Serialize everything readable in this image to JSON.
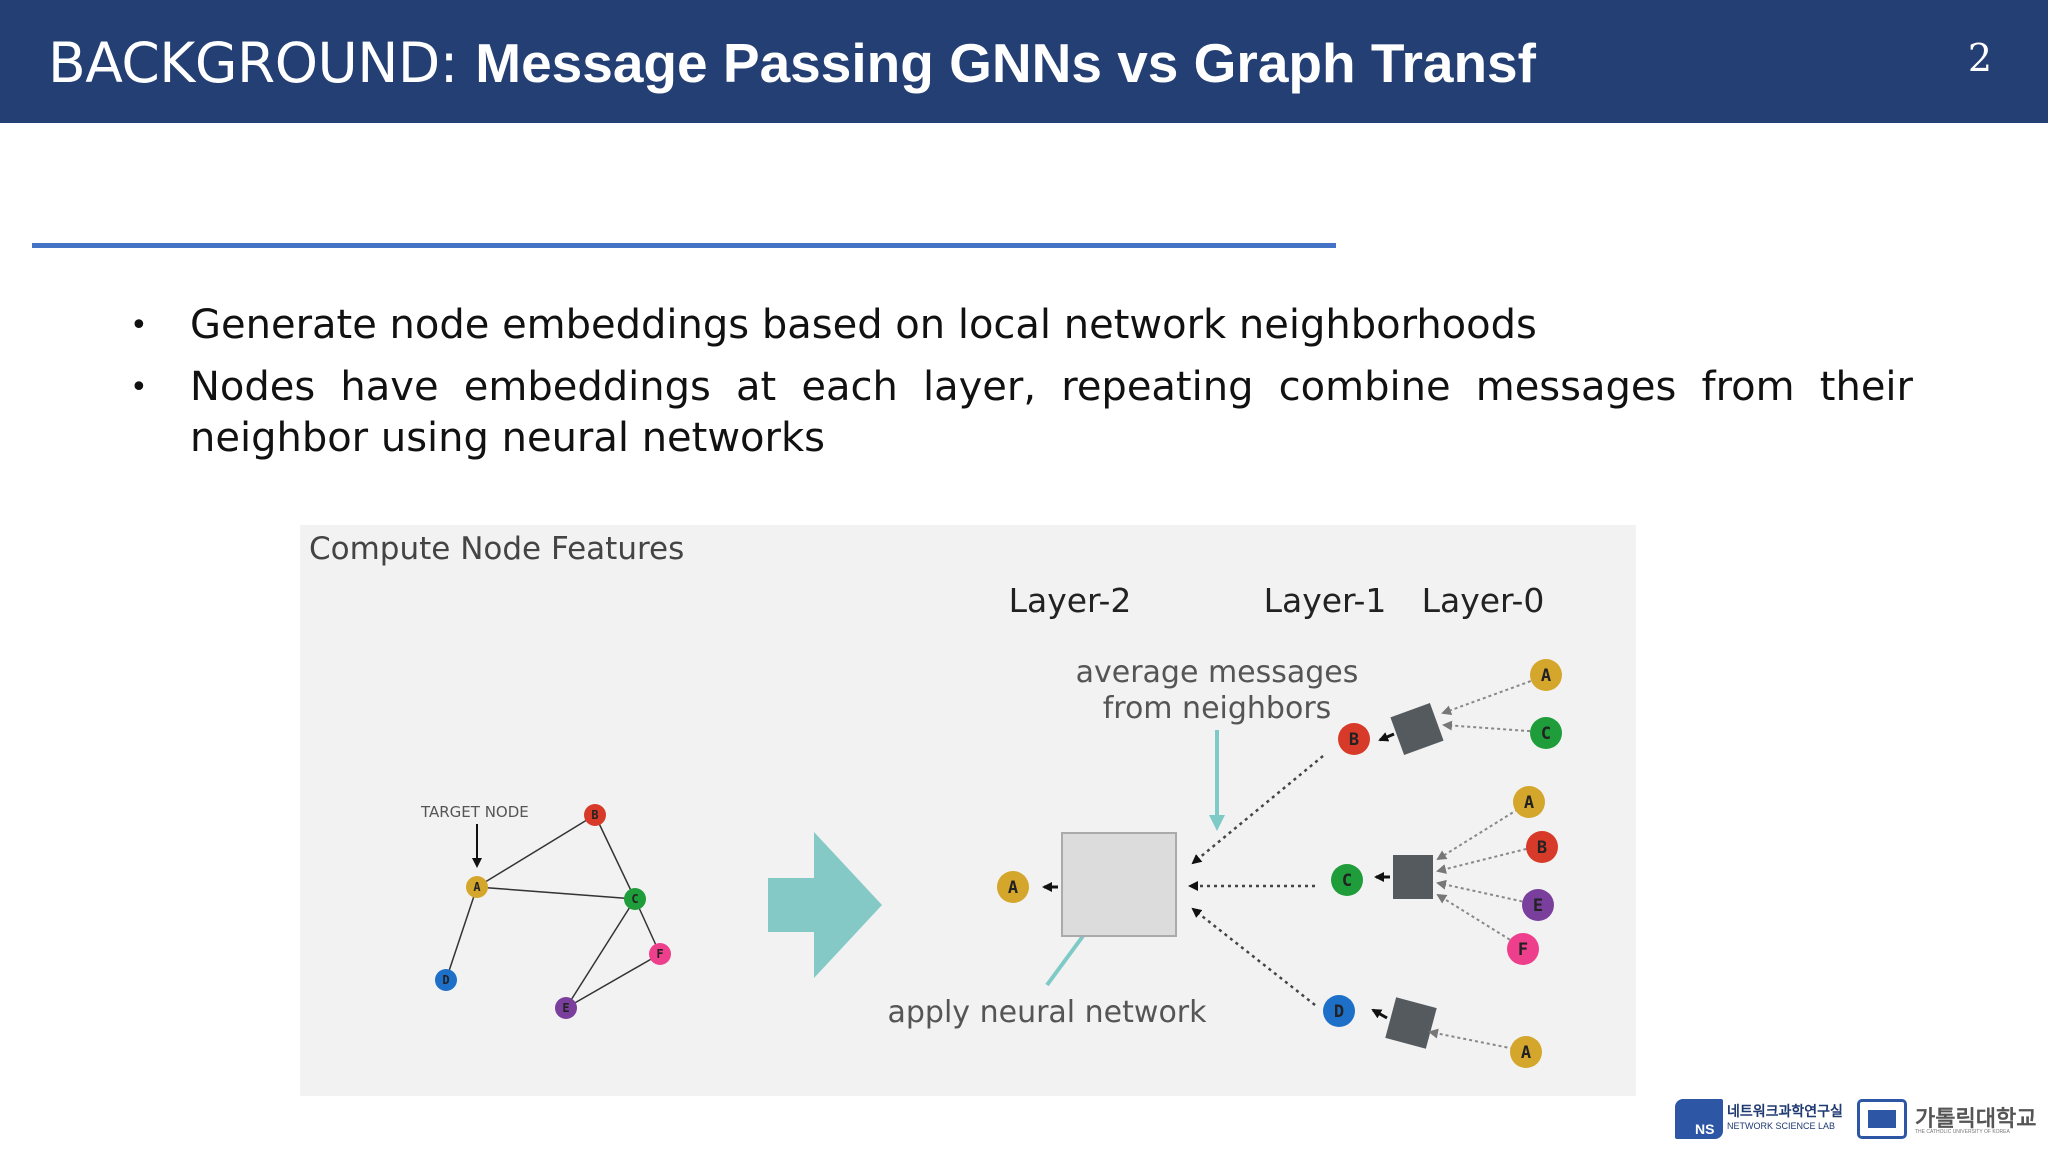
{
  "header": {
    "title_prefix": "BACKGROUND:",
    "title_main": "Message Passing GNNs vs Graph Transf",
    "page_number": "2",
    "background_color": "#243f73"
  },
  "accent_rule_color": "#4472c4",
  "bullets": [
    {
      "text": "Generate node embeddings based on local network neighborhoods"
    },
    {
      "text": "Nodes have embeddings at each layer, repeating combine messages from their neighbor using neural networks"
    }
  ],
  "figure": {
    "title": "Compute Node Features",
    "layer_labels": [
      "Layer-2",
      "Layer-1",
      "Layer-0"
    ],
    "target_label": "TARGET NODE",
    "annotation_average": [
      "average messages",
      "from neighbors"
    ],
    "annotation_apply": "apply neural network",
    "node_colors": {
      "A": "#d4a72c",
      "B": "#d83a2a",
      "C": "#1f9d3a",
      "D": "#1e6fc8",
      "E": "#7a3f9d",
      "F": "#ee3f8d"
    },
    "input_graph": {
      "nodes": [
        "A",
        "B",
        "C",
        "D",
        "E",
        "F"
      ],
      "edges": [
        [
          "A",
          "B"
        ],
        [
          "A",
          "C"
        ],
        [
          "A",
          "D"
        ],
        [
          "B",
          "C"
        ],
        [
          "C",
          "E"
        ],
        [
          "C",
          "F"
        ],
        [
          "E",
          "F"
        ]
      ]
    },
    "computation_tree": {
      "root": "A",
      "layer1": [
        {
          "node": "B",
          "children": [
            "A",
            "C"
          ]
        },
        {
          "node": "C",
          "children": [
            "A",
            "B",
            "E",
            "F"
          ]
        },
        {
          "node": "D",
          "children": [
            "A"
          ]
        }
      ]
    }
  },
  "logos": {
    "lab_initials": "NS",
    "lab_name_korean": "네트워크과학연구실",
    "lab_name_english": "NETWORK SCIENCE LAB",
    "university_name_korean": "가톨릭대학교",
    "university_name_english": "THE CATHOLIC UNIVERSITY OF KOREA"
  }
}
